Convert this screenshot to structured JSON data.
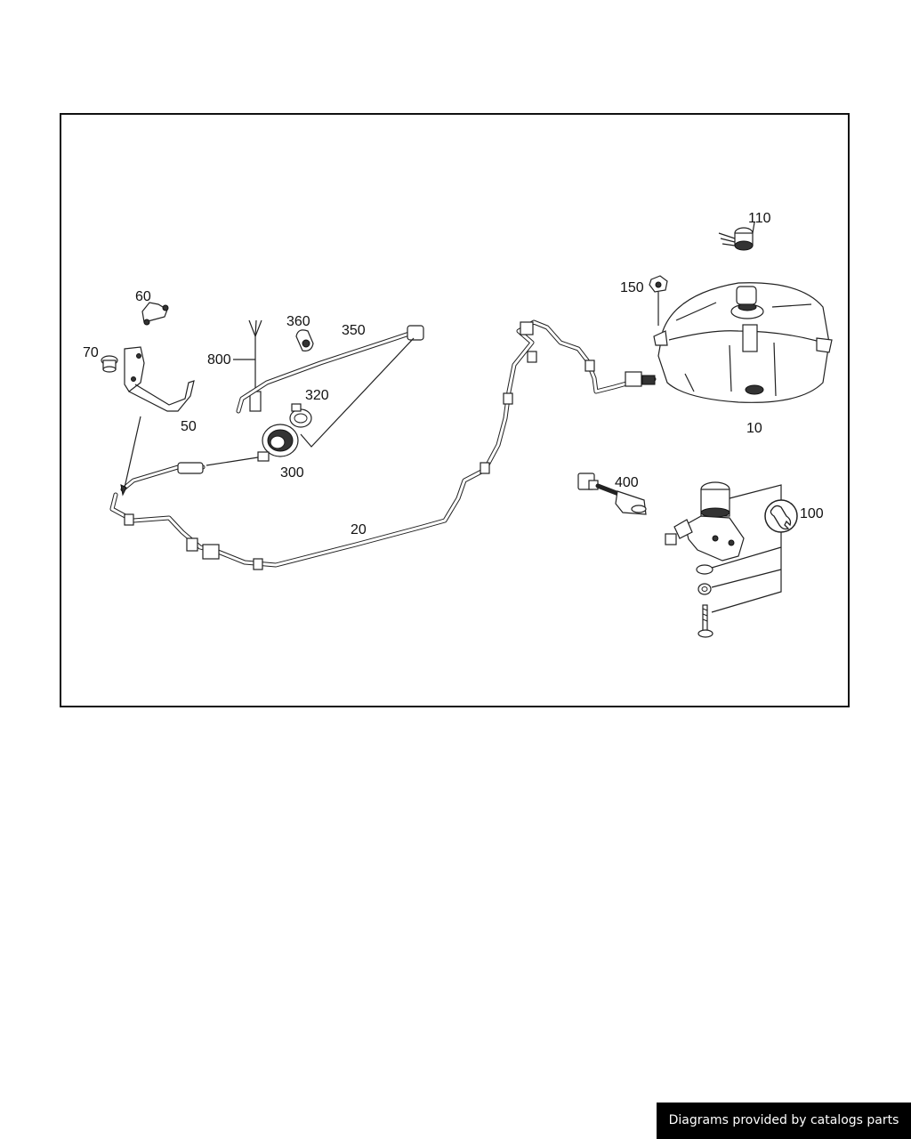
{
  "labels": {
    "p10": "10",
    "p20": "20",
    "p50": "50",
    "p60": "60",
    "p70": "70",
    "p100": "100",
    "p110": "110",
    "p150": "150",
    "p300": "300",
    "p320": "320",
    "p350": "350",
    "p360": "360",
    "p400": "400",
    "p800": "800"
  },
  "icons": {
    "kit": "wrench-icon"
  },
  "footer": {
    "credit": "Diagrams provided by catalogs parts"
  }
}
